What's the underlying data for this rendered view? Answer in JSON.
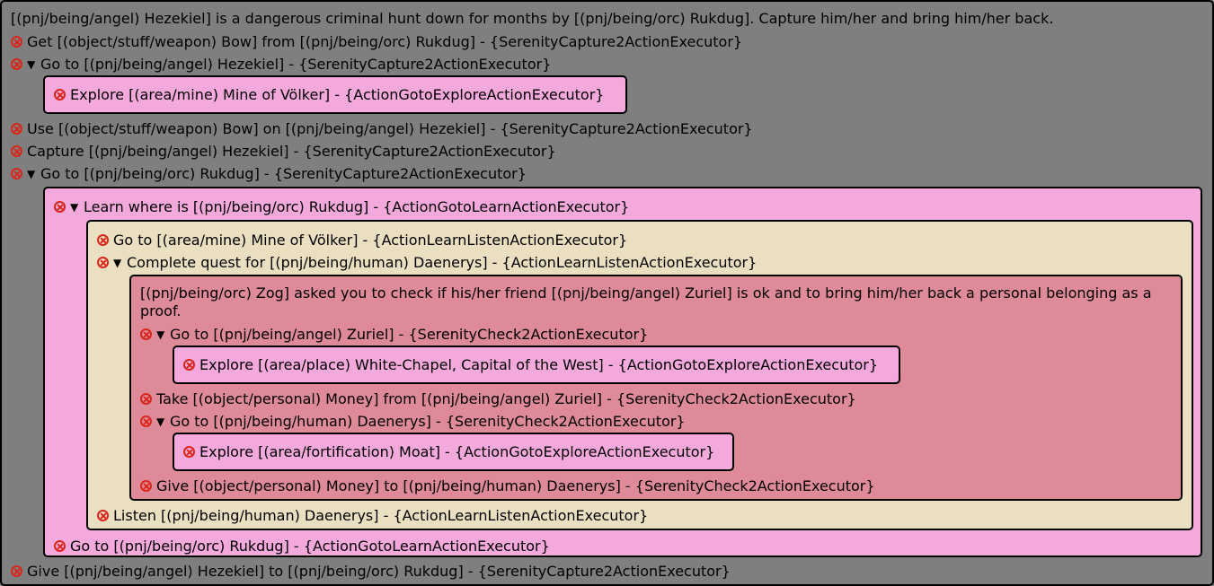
{
  "quest": {
    "title": "[(pnj/being/angel) Hezekiel] is a dangerous criminal hunt down for months by [(pnj/being/orc) Rukdug]. Capture him/her and bring him/her back.",
    "step1": "Get [(object/stuff/weapon) Bow] from [(pnj/being/orc) Rukdug] - {SerenityCapture2ActionExecutor}",
    "step2": "Go to [(pnj/being/angel) Hezekiel] - {SerenityCapture2ActionExecutor}",
    "step2_sub": "Explore [(area/mine) Mine of Völker] - {ActionGotoExploreActionExecutor}",
    "step3": "Use [(object/stuff/weapon) Bow] on [(pnj/being/angel) Hezekiel] - {SerenityCapture2ActionExecutor}",
    "step4": "Capture [(pnj/being/angel) Hezekiel] - {SerenityCapture2ActionExecutor}",
    "step5": "Go to [(pnj/being/orc) Rukdug] - {SerenityCapture2ActionExecutor}",
    "step6": "Give [(pnj/being/angel) Hezekiel] to [(pnj/being/orc) Rukdug] - {SerenityCapture2ActionExecutor}"
  },
  "learn": {
    "label": "Learn where is [(pnj/being/orc) Rukdug] - {ActionGotoLearnActionExecutor}",
    "goto_label": "Go to [(pnj/being/orc) Rukdug] - {ActionGotoLearnActionExecutor}"
  },
  "listen": {
    "goto_mine": "Go to [(area/mine) Mine of Völker] - {ActionLearnListenActionExecutor}",
    "complete_quest": "Complete quest for [(pnj/being/human) Daenerys] - {ActionLearnListenActionExecutor}",
    "listen_label": "Listen [(pnj/being/human) Daenerys] - {ActionLearnListenActionExecutor}"
  },
  "subquest": {
    "description": "[(pnj/being/orc) Zog] asked you to check if his/her friend [(pnj/being/angel) Zuriel] is ok and to bring him/her back a personal belonging as a proof.",
    "goto_zuriel": "Go to [(pnj/being/angel) Zuriel] - {SerenityCheck2ActionExecutor}",
    "explore_chapel": "Explore [(area/place) White-Chapel, Capital of the West] - {ActionGotoExploreActionExecutor}",
    "take_money": "Take [(object/personal) Money] from [(pnj/being/angel) Zuriel] - {SerenityCheck2ActionExecutor}",
    "goto_daenerys": "Go to [(pnj/being/human) Daenerys] - {SerenityCheck2ActionExecutor}",
    "explore_moat": "Explore [(area/fortification) Moat] - {ActionGotoExploreActionExecutor}",
    "give_money": "Give [(object/personal) Money] to [(pnj/being/human) Daenerys] - {SerenityCheck2ActionExecutor}"
  },
  "icons": {
    "remove": "remove-circle-icon",
    "expanded": "expanded-triangle-icon",
    "triangle_glyph": "▼"
  },
  "colors": {
    "background": "#7f7f7f",
    "pink_box": "#f4a9dc",
    "tan_box": "#eadfc0",
    "rose_box": "#de8a99",
    "remove_icon": "#d9261c"
  }
}
